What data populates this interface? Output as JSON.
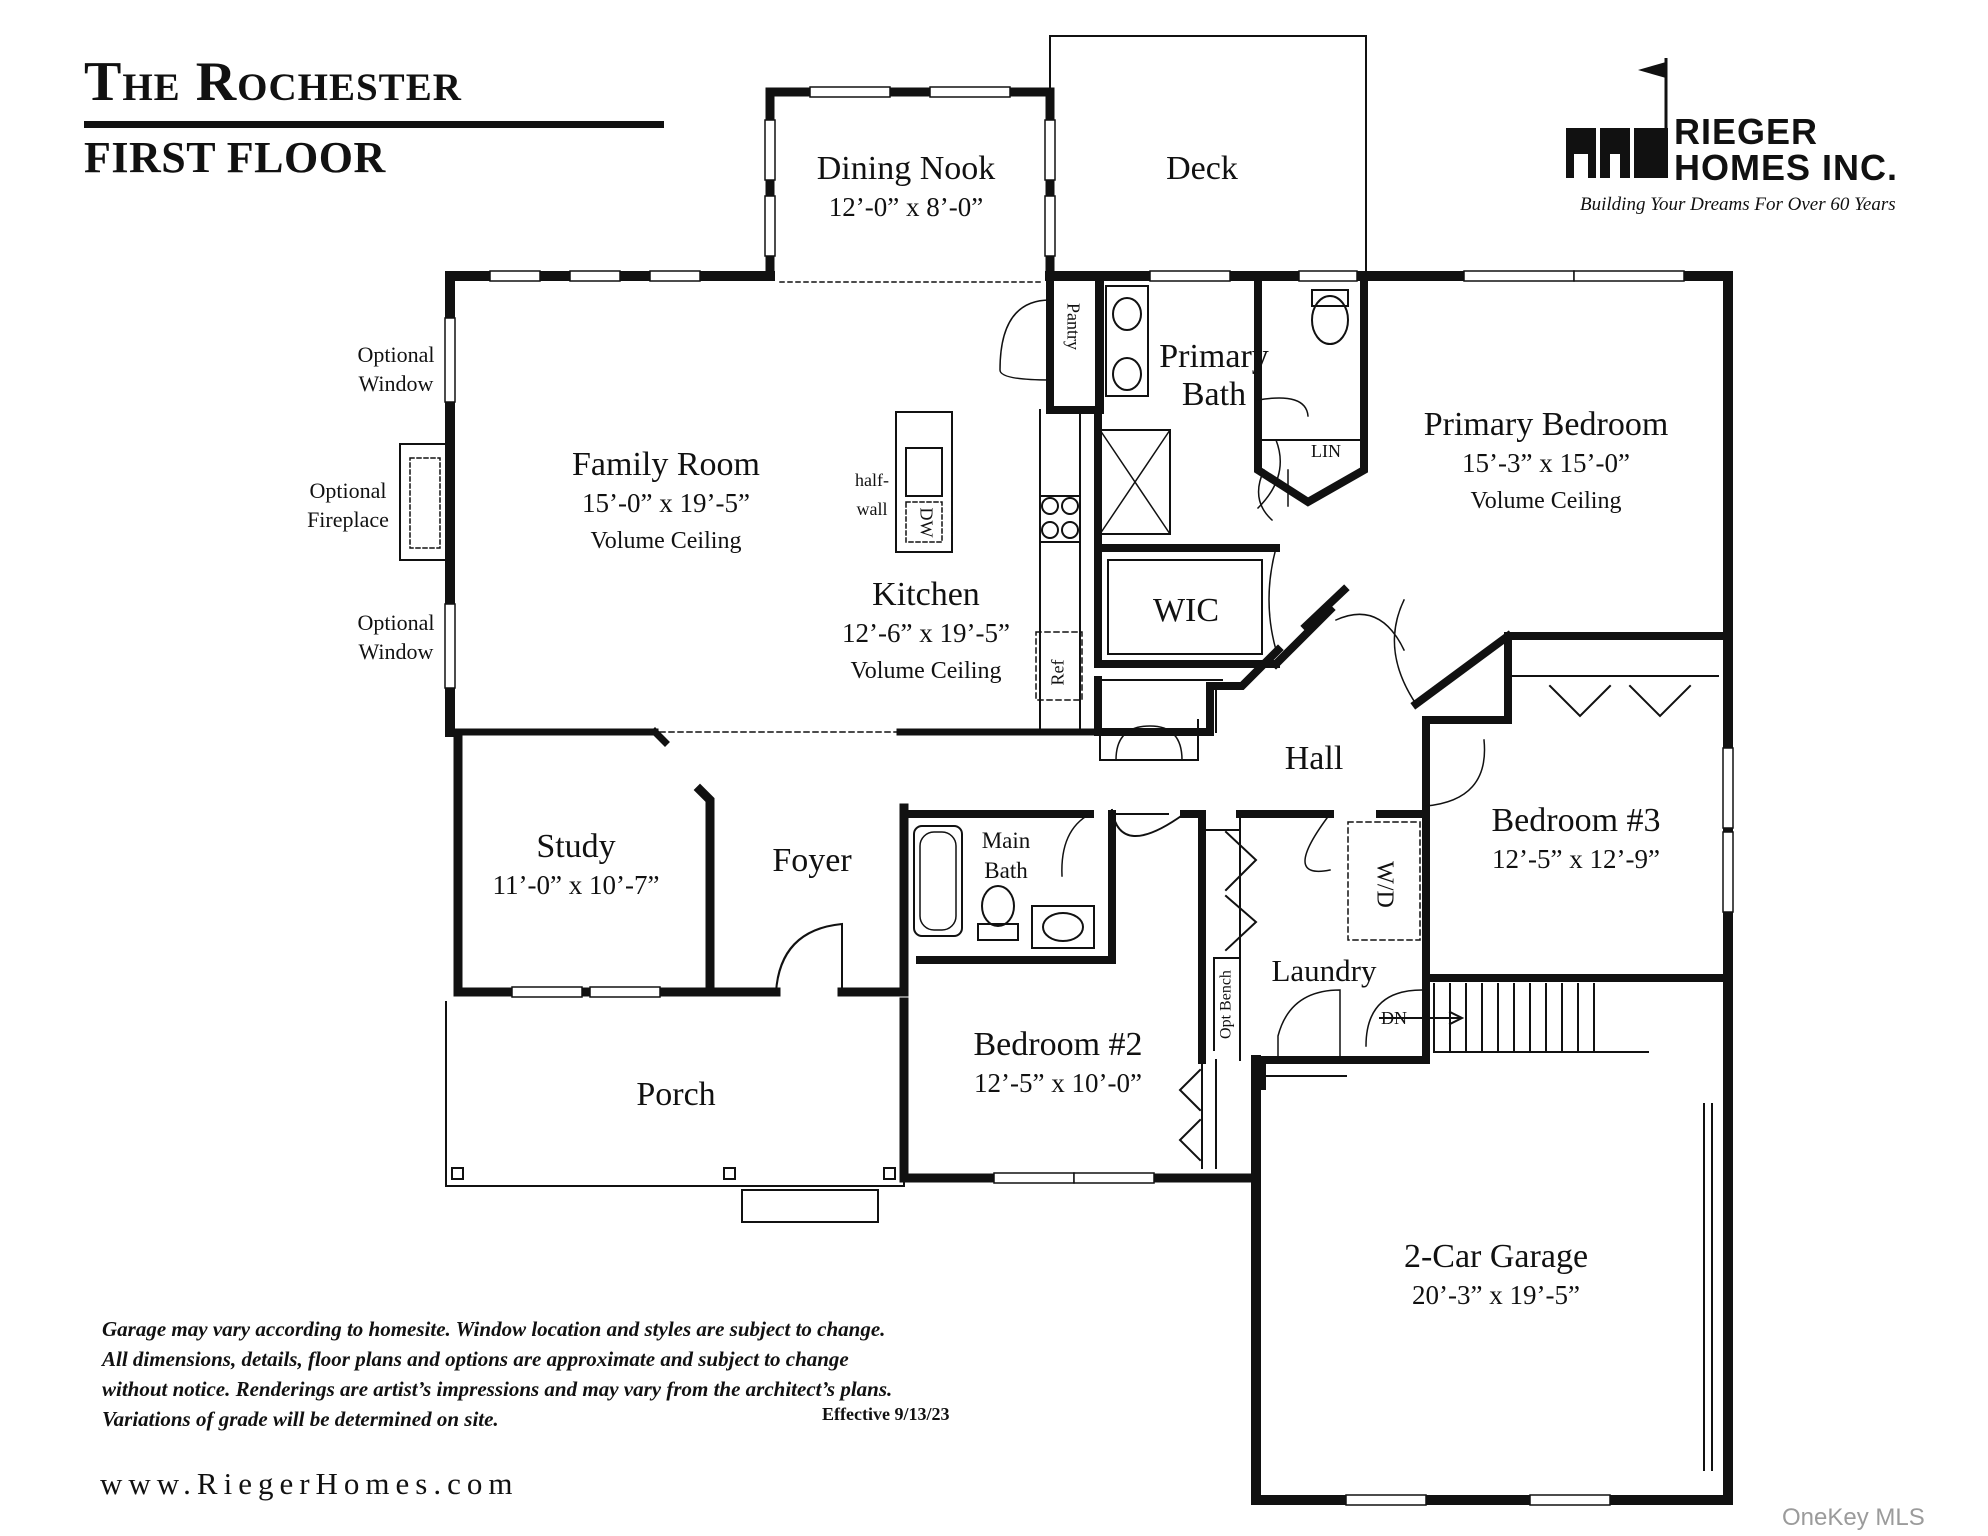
{
  "header": {
    "title": "The Rochester",
    "subtitle": "FIRST FLOOR"
  },
  "brand": {
    "name_line1": "RIEGER",
    "name_line2": "HOMES INC.",
    "tagline": "Building Your Dreams For Over 60 Years"
  },
  "rooms": {
    "dining_nook": {
      "name": "Dining Nook",
      "dims": "12’-0” x 8’-0”"
    },
    "deck": {
      "name": "Deck"
    },
    "family_room": {
      "name": "Family Room",
      "dims": "15’-0” x 19’-5”",
      "note": "Volume Ceiling"
    },
    "kitchen": {
      "name": "Kitchen",
      "dims": "12’-6” x 19’-5”",
      "note": "Volume Ceiling"
    },
    "primary_bath": {
      "name_line1": "Primary",
      "name_line2": "Bath"
    },
    "primary_bedroom": {
      "name": "Primary Bedroom",
      "dims": "15’-3” x 15’-0”",
      "note": "Volume Ceiling"
    },
    "wic": {
      "name": "WIC"
    },
    "hall": {
      "name": "Hall"
    },
    "bedroom3": {
      "name": "Bedroom #3",
      "dims": "12’-5” x 12’-9”"
    },
    "study": {
      "name": "Study",
      "dims": "11’-0” x 10’-7”"
    },
    "foyer": {
      "name": "Foyer"
    },
    "main_bath": {
      "name_line1": "Main",
      "name_line2": "Bath"
    },
    "laundry": {
      "name": "Laundry"
    },
    "bedroom2": {
      "name": "Bedroom #2",
      "dims": "12’-5” x 10’-0”"
    },
    "porch": {
      "name": "Porch"
    },
    "garage": {
      "name": "2-Car Garage",
      "dims": "20’-3” x 19’-5”"
    }
  },
  "labels": {
    "optional_window": {
      "line1": "Optional",
      "line2": "Window"
    },
    "optional_fireplace": {
      "line1": "Optional",
      "line2": "Fireplace"
    },
    "half_wall": {
      "line1": "half-",
      "line2": "wall"
    },
    "pantry": "Pantry",
    "dw": "DW",
    "ref": "Ref",
    "lin": "LIN",
    "wd": "W/D",
    "opt_bench": "Opt Bench",
    "dn": "DN"
  },
  "footer": {
    "disclaimer_lines": [
      "Garage may vary according to homesite.  Window location and styles are subject to change.",
      "All dimensions, details, floor plans and options are approximate and subject to change",
      "without notice.  Renderings are artist’s impressions and may vary from the architect’s plans.",
      "Variations of grade will be determined on site."
    ],
    "effective": "Effective 9/13/23",
    "website": "www.RiegerHomes.com",
    "watermark": "OneKey MLS"
  }
}
